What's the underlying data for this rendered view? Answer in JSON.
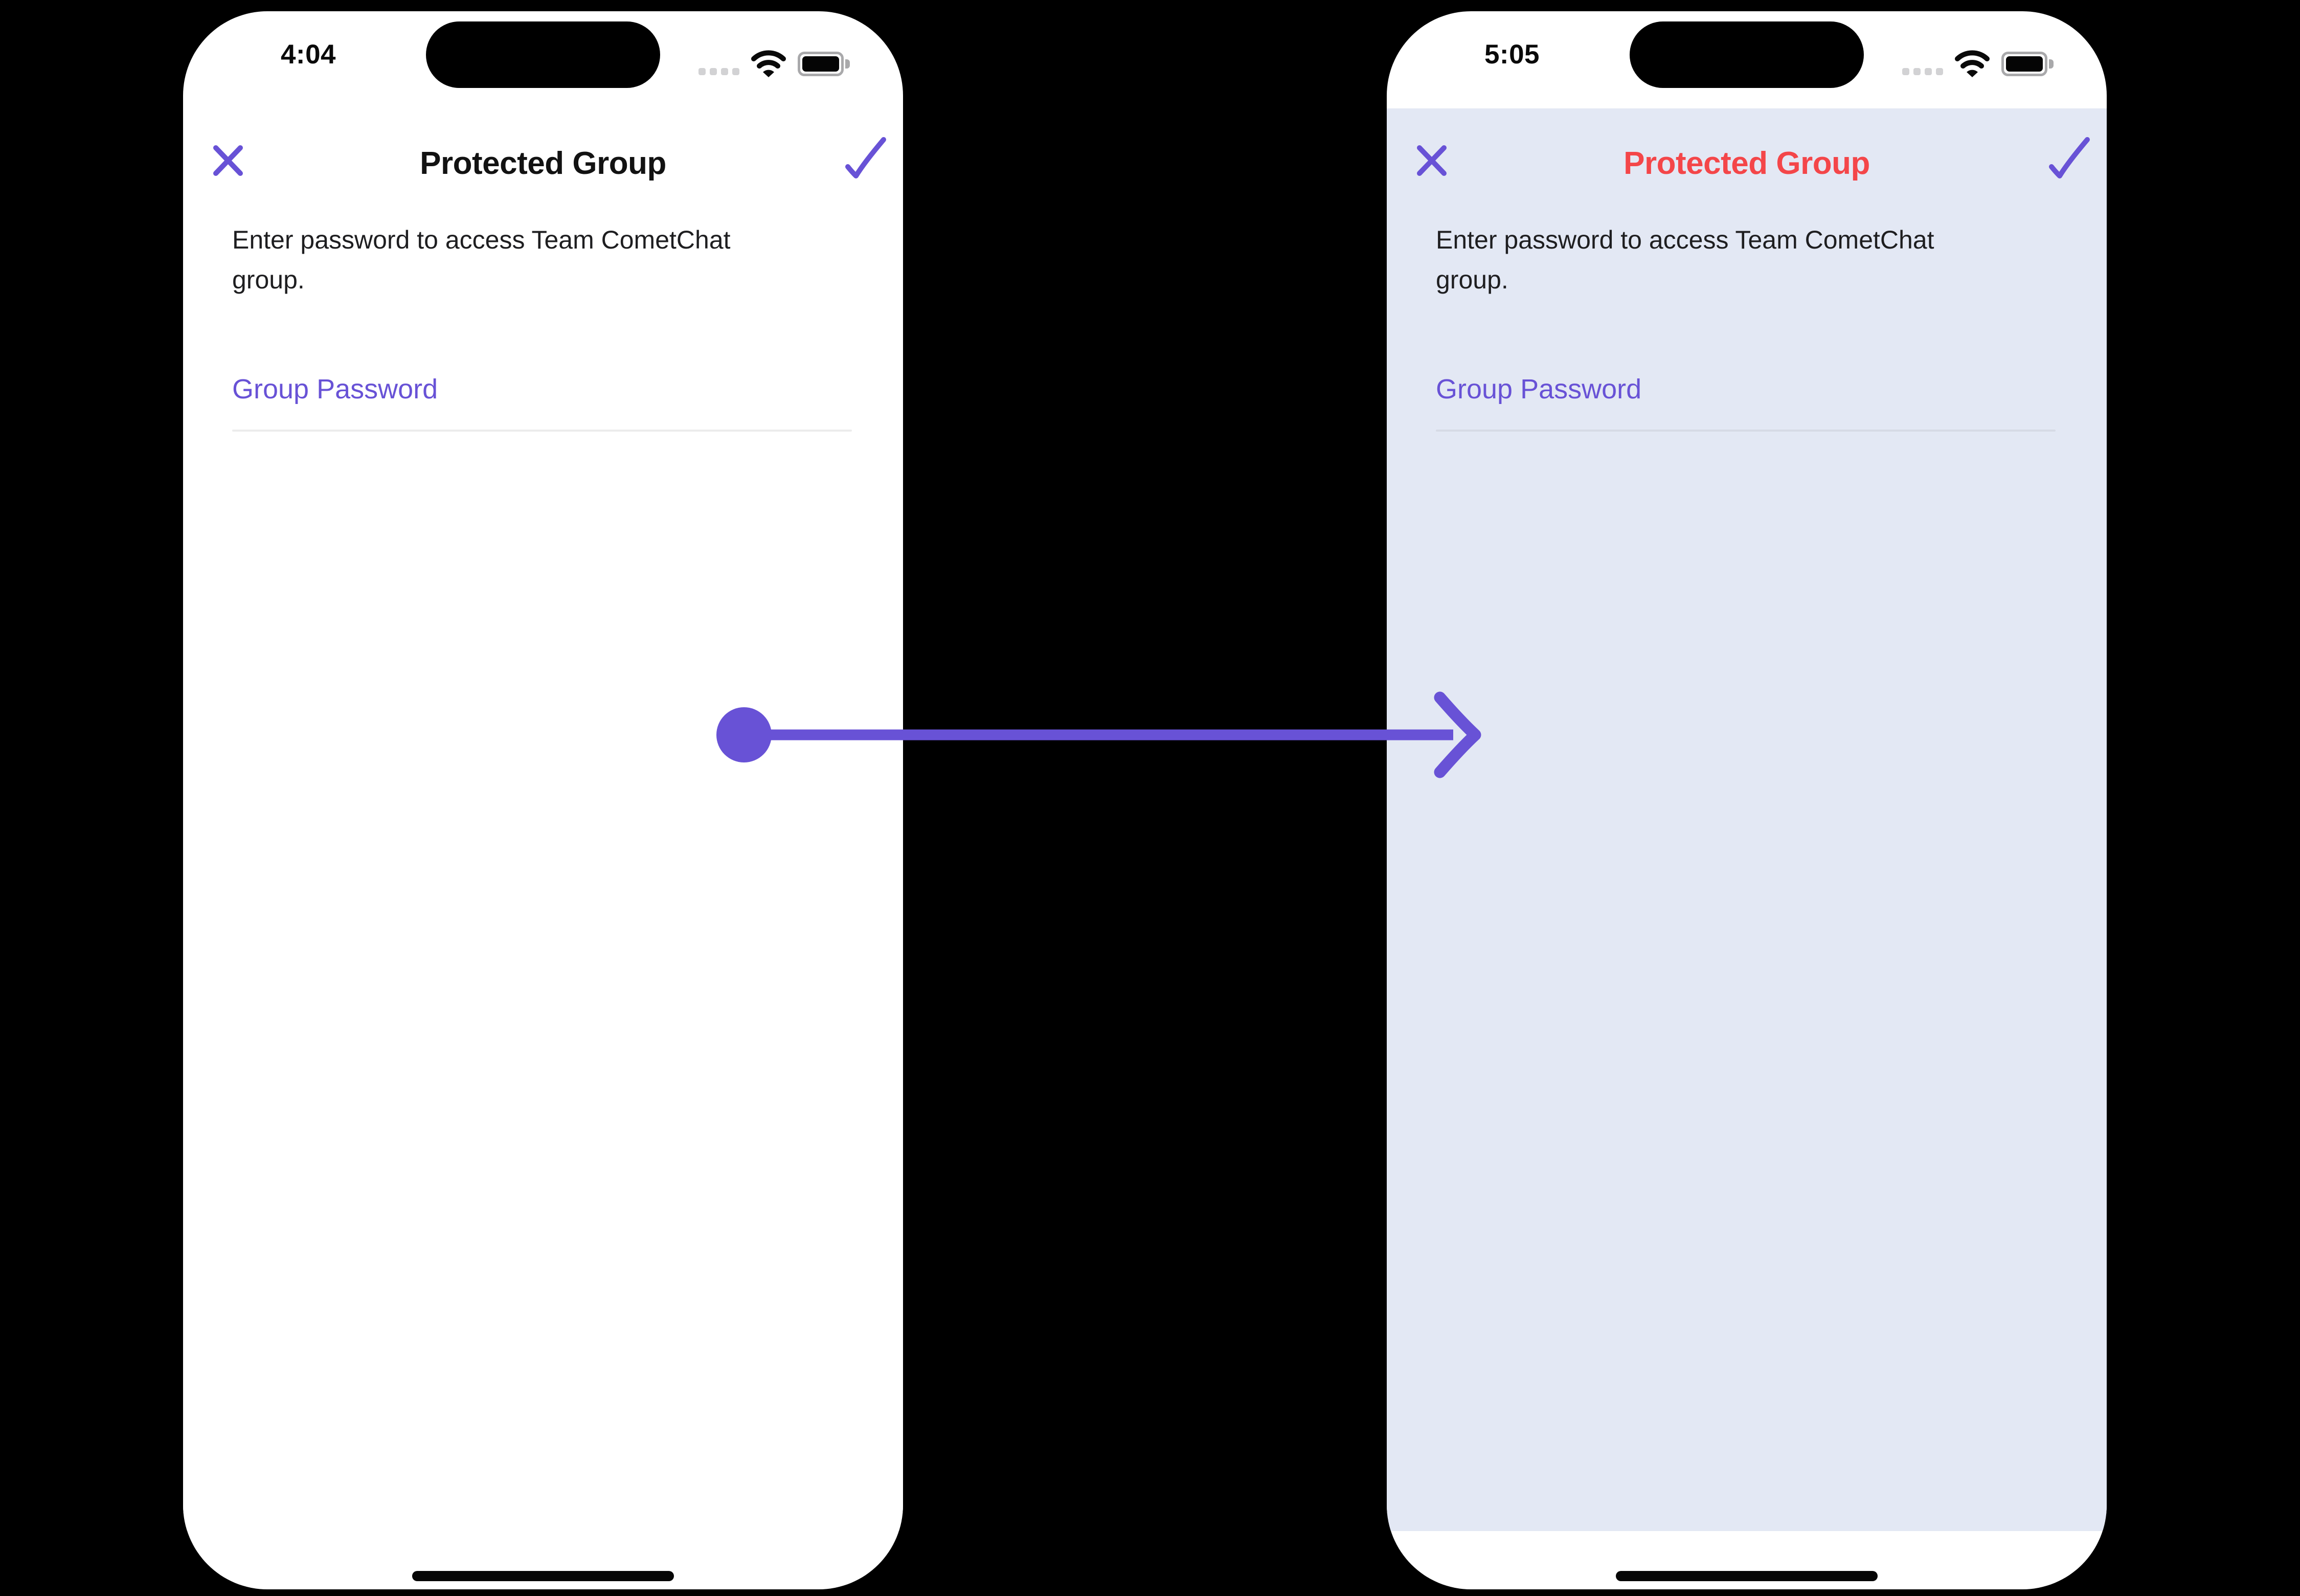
{
  "scene": {
    "background": "#000000",
    "transition_arrow": {
      "icon": "arrow-right-icon",
      "color": "#6852D6"
    }
  },
  "colors": {
    "accent_purple": "#6852D6",
    "error_red": "#F44649",
    "tinted_surface": "#E3E8F4",
    "default_surface": "#FFFFFF",
    "text_primary": "#1E1E20",
    "divider_light": "#ECECEC",
    "divider_tinted": "#D6DAE5"
  },
  "icons": {
    "close": "x-icon",
    "confirm": "check-icon",
    "wifi": "wifi-icon",
    "battery": "battery-icon",
    "cellular": "cellular-dots-icon"
  },
  "phones": {
    "left": {
      "theme": "default",
      "status_bar": {
        "time": "4:04"
      },
      "nav": {
        "title": "Protected Group"
      },
      "description_line1": "Enter password to access Team CometChat",
      "description_line2": "group.",
      "password_field": {
        "label": "Group Password",
        "value": ""
      }
    },
    "right": {
      "theme": "tinted",
      "status_bar": {
        "time": "5:05"
      },
      "nav": {
        "title": "Protected Group"
      },
      "description_line1": "Enter password to access Team CometChat",
      "description_line2": "group.",
      "password_field": {
        "label": "Group Password",
        "value": ""
      }
    }
  }
}
